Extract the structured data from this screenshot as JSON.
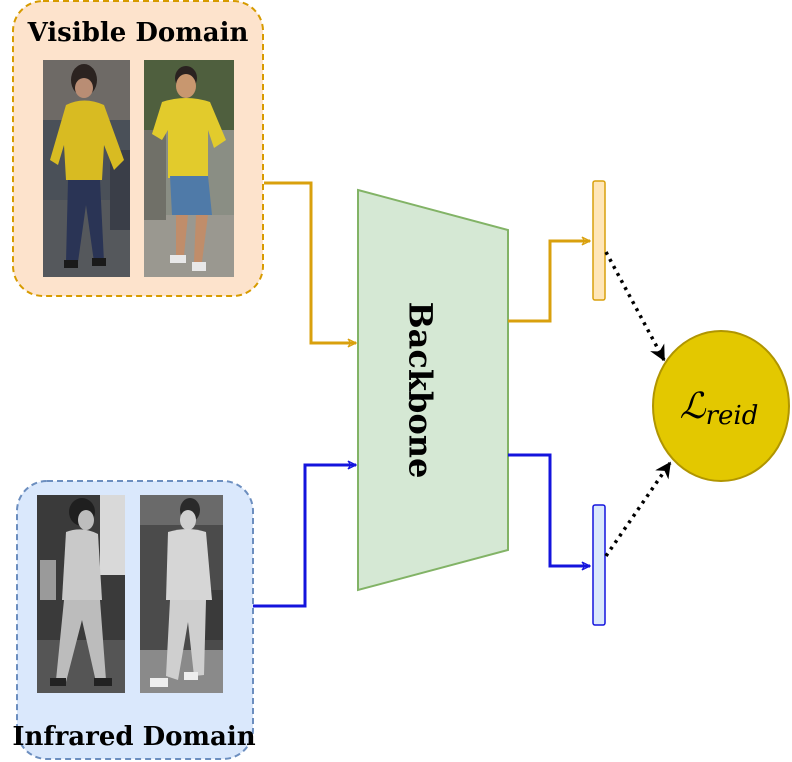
{
  "visible_domain": {
    "title": "Visible Domain",
    "fill": "#fde3cc",
    "border": "#d79b00",
    "arrow_color": "#d9a00d"
  },
  "infrared_domain": {
    "title": "Infrared Domain",
    "fill": "#dae8fc",
    "border": "#6c8ebf",
    "arrow_color": "#1414dd"
  },
  "backbone": {
    "label": "Backbone",
    "fill": "#d5e8d4",
    "border": "#82b366"
  },
  "loss": {
    "symbol": "ℒ",
    "subscript": "reid",
    "fill": "#e3c800",
    "border": "#b09500"
  },
  "feature_bars": {
    "visible_fill": "#ffe6b8",
    "visible_border": "#d9a00d",
    "infrared_fill": "#dae8fc",
    "infrared_border": "#1414dd"
  }
}
